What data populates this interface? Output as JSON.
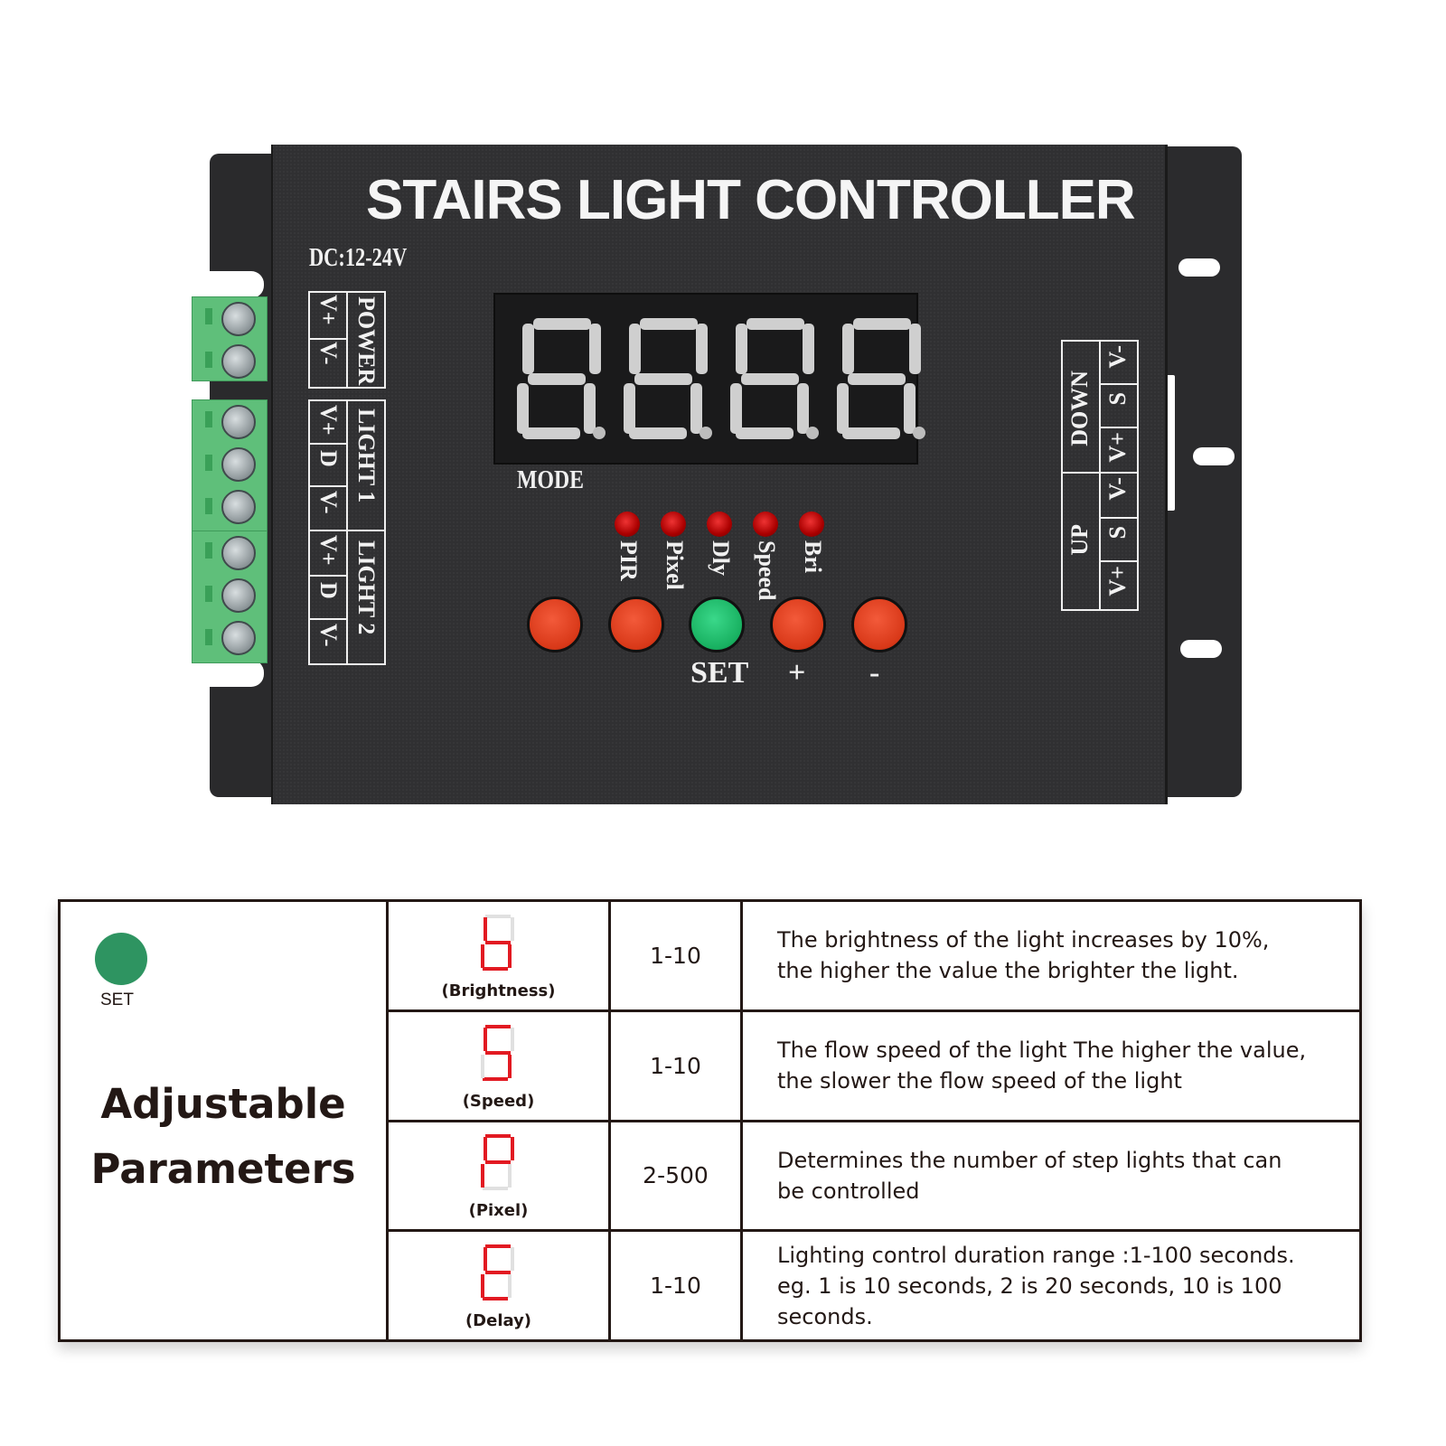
{
  "device": {
    "title": "STAIRS LIGHT CONTROLLER",
    "power_spec": "DC:12-24V",
    "left_labels": {
      "power": {
        "group": "POWER",
        "pins": [
          "V+",
          "V-"
        ]
      },
      "light1": {
        "group": "LIGHT 1",
        "pins": [
          "V+",
          "D",
          "V-"
        ]
      },
      "light2": {
        "group": "LIGHT 2",
        "pins": [
          "V+",
          "D",
          "V-"
        ]
      }
    },
    "right_labels": {
      "down": {
        "group": "DOWN",
        "pins": [
          "V-",
          "S",
          "V+"
        ]
      },
      "up": {
        "group": "UP",
        "pins": [
          "V-",
          "S",
          "V+"
        ]
      }
    },
    "display": {
      "digits": [
        "8.",
        "8.",
        "8.",
        "8."
      ],
      "segment_color": "#cfcfcf"
    },
    "mode_label": "MODE",
    "indicators": [
      {
        "label": "PIR",
        "color": "#cc1111"
      },
      {
        "label": "Pixel",
        "color": "#cc1111"
      },
      {
        "label": "Dly",
        "color": "#cc1111"
      },
      {
        "label": "Speed",
        "color": "#cc1111"
      },
      {
        "label": "Bri",
        "color": "#cc1111"
      }
    ],
    "buttons": [
      {
        "label": "",
        "color": "#e0401e"
      },
      {
        "label": "",
        "color": "#e0401e"
      },
      {
        "label": "SET",
        "color": "#1fb866"
      },
      {
        "label": "+",
        "color": "#e0401e"
      },
      {
        "label": "-",
        "color": "#e0401e"
      }
    ]
  },
  "table": {
    "set_button_label": "SET",
    "set_button_color": "#2e9461",
    "title_line1": "Adjustable",
    "title_line2": "Parameters",
    "rows": [
      {
        "symbol": "b",
        "caption": "(Brightness)",
        "range": "1-10",
        "desc_line1": "The brightness of the light increases by 10%,",
        "desc_line2": "the higher the value the brighter the light."
      },
      {
        "symbol": "S",
        "caption": "(Speed)",
        "range": "1-10",
        "desc_line1": "The flow speed of the light The higher the value,",
        "desc_line2": "the slower the flow speed of the light"
      },
      {
        "symbol": "P",
        "caption": "(Pixel)",
        "range": "2-500",
        "desc_line1": "Determines the number of step lights that can",
        "desc_line2": "be controlled"
      },
      {
        "symbol": "E",
        "caption": "(Delay)",
        "range": "1-10",
        "desc_line1": "Lighting control duration range :1-100 seconds.",
        "desc_line2": "eg. 1 is 10 seconds, 2 is 20 seconds, 10 is 100 seconds."
      }
    ],
    "segment_on_color": "#e21a22",
    "segment_off_color": "#e0e0e0"
  }
}
